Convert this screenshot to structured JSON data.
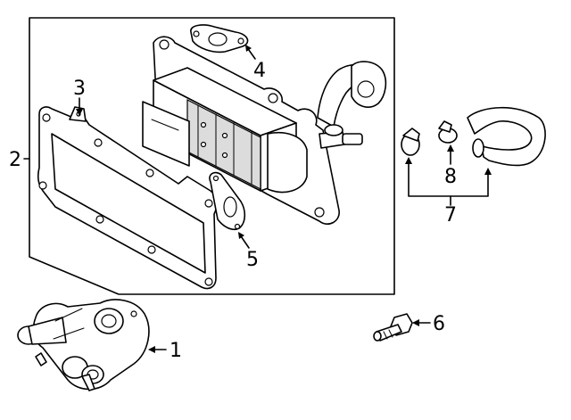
{
  "callouts": {
    "c1": "1",
    "c2": "2",
    "c3": "3",
    "c4": "4",
    "c5": "5",
    "c6": "6",
    "c7": "7",
    "c8": "8"
  },
  "colors": {
    "line": "#000000",
    "background": "#ffffff",
    "shade": "#dcdcdc"
  }
}
